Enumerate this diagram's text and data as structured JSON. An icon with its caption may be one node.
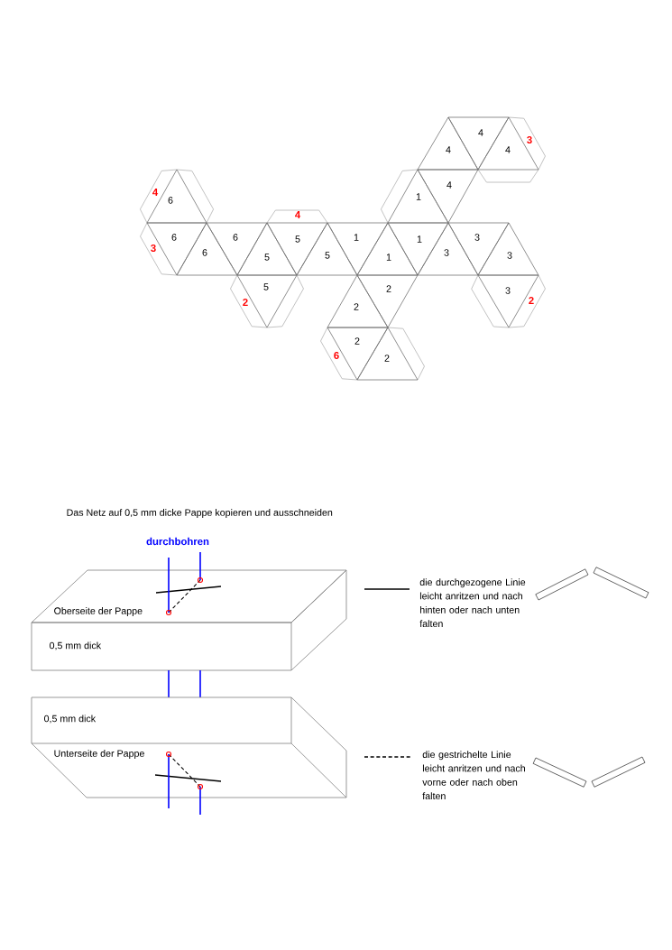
{
  "diagram": {
    "labels": [
      "4",
      "3",
      "4",
      "4",
      "4",
      "4",
      "1",
      "6",
      "4",
      "6",
      "6",
      "5",
      "1",
      "1",
      "3",
      "3",
      "6",
      "5",
      "5",
      "1",
      "3",
      "3",
      "5",
      "2",
      "3",
      "2",
      "2",
      "2",
      "2",
      "6",
      "2",
      "Das Netz auf 0,5 mm dicke Pappe kopieren und ausschneiden",
      "durchbohren",
      "Oberseite der Pappe",
      "0,5 mm dick",
      "0,5 mm dick",
      "Unterseite der Pappe"
    ],
    "legend": [
      {
        "text": "die durchgezogene Linie leicht anritzen und nach hinten oder nach unten falten"
      },
      {
        "text": "die gestrichelte Linie leicht anritzen und nach vorne oder nach oben falten"
      }
    ]
  }
}
